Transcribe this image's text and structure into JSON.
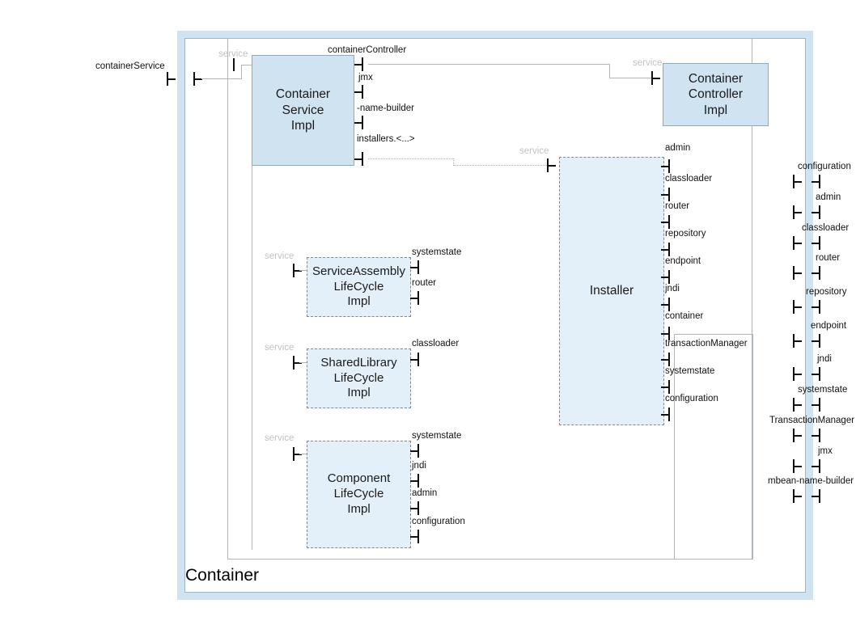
{
  "diagram": {
    "title": "Container",
    "external_port": {
      "label": "containerService"
    },
    "components": [
      {
        "id": "container-service",
        "name": "Container\nService\nImpl",
        "style": "solid"
      },
      {
        "id": "container-controller",
        "name": "Container\nController\nImpl",
        "style": "solid"
      },
      {
        "id": "installer",
        "name": "Installer",
        "style": "dashed"
      },
      {
        "id": "sa-lifecycle",
        "name": "ServiceAssembly\nLifeCycle\nImpl",
        "style": "dashed"
      },
      {
        "id": "sl-lifecycle",
        "name": "SharedLibrary\nLifeCycle\nImpl",
        "style": "dashed"
      },
      {
        "id": "component-lifecycle",
        "name": "Component\nLifeCycle\nImpl",
        "style": "dashed"
      }
    ],
    "service_labels": {
      "container_service": "service",
      "container_controller": "service",
      "installer": "service",
      "sa_lifecycle": "service",
      "sl_lifecycle": "service",
      "component_lifecycle": "service"
    },
    "ports": {
      "container_service_out": [
        "containerController",
        "jmx",
        "-name-builder",
        "installers.<...>"
      ],
      "installer_out": [
        "admin",
        "classloader",
        "router",
        "repository",
        "endpoint",
        "jndi",
        "container",
        "transactionManager",
        "systemstate",
        "configuration"
      ],
      "sa_lifecycle_out": [
        "systemstate",
        "router"
      ],
      "sl_lifecycle_out": [
        "classloader"
      ],
      "component_lifecycle_out": [
        "systemstate",
        "jndi",
        "admin",
        "configuration"
      ],
      "container_boundary_right": [
        "configuration",
        "admin",
        "classloader",
        "router",
        "repository",
        "endpoint",
        "jndi",
        "systemstate",
        "TransactionManager",
        "jmx",
        "mbean-name-builder"
      ]
    },
    "colors": {
      "frame_band": "#cfe3f1",
      "solid_component_fill": "#cfe3f1",
      "dashed_component_fill": "#e3f0f9",
      "connector": "#b4b4b4",
      "gray_label": "#c2c2c2"
    }
  }
}
